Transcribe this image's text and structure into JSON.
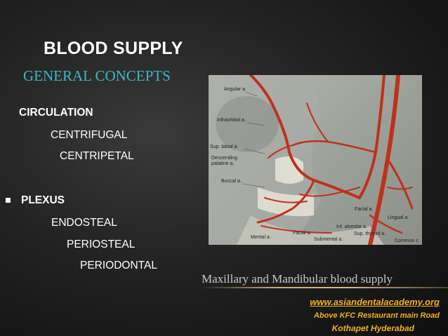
{
  "slide": {
    "title": "BLOOD SUPPLY",
    "subtitle": "GENERAL CONCEPTS",
    "circulation": {
      "heading": "CIRCULATION",
      "items": [
        "CENTRIFUGAL",
        "CENTRIPETAL"
      ]
    },
    "plexus": {
      "heading": "PLEXUS",
      "items": [
        "ENDOSTEAL",
        "PERIOSTEAL",
        "PERIODONTAL"
      ]
    }
  },
  "figure": {
    "labels": {
      "angular": "Angular a.",
      "infraorbital": "Infraorbital a.",
      "sup_labial": "Sup. labial a.",
      "descending": "Descending",
      "palatine": "palatine a.",
      "buccal": "Buccal a.",
      "facial_1": "Facial a.",
      "lingual": "Lingual a.",
      "inf_alveolar": "Inf. alveolar a.",
      "sup_thyroid": "Sup. thyroid a.",
      "mental": "Mental a.",
      "facial_2": "Facial a.",
      "submental": "Submental a.",
      "common": "Common c"
    },
    "caption": "Maxillary and Mandibular blood supply"
  },
  "footer": {
    "website": "www.asiandentalacademy.org",
    "address_line1": "Above KFC Restaurant main Road",
    "address_line2": "Kothapet Hyderabad"
  },
  "colors": {
    "title": "#ffffff",
    "subtitle": "#3cb8c8",
    "footer": "#f0b020",
    "artery": "#c0301c"
  }
}
